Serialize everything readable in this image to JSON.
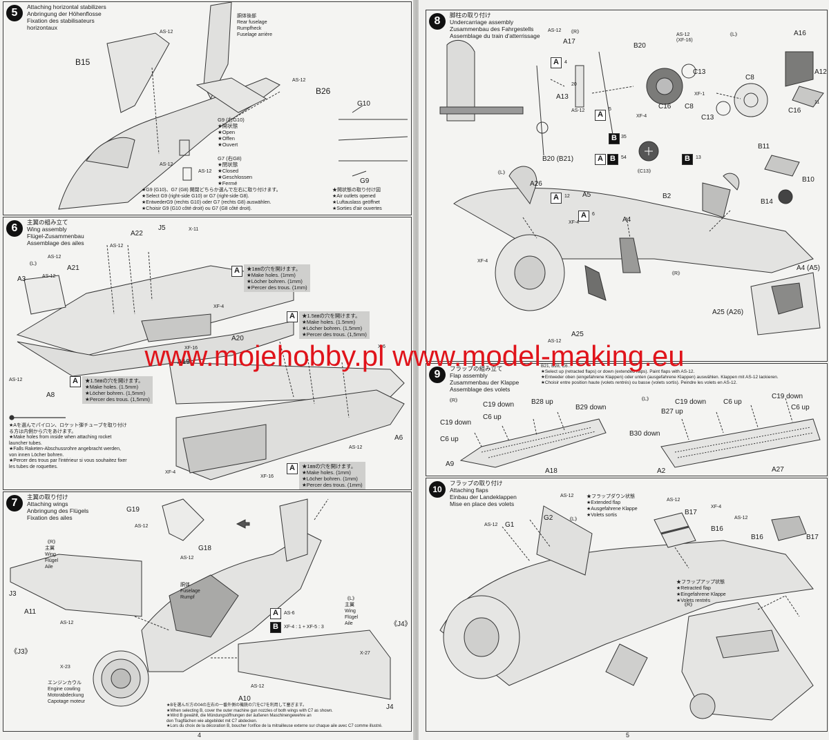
{
  "watermark": "www.mojehobby.pl www.model-making.eu",
  "page_numbers": {
    "left": "4",
    "right": "5"
  },
  "steps": {
    "s5": {
      "number": "5",
      "title": "Attaching horizontal stabilizers\nAnbringung der Höhenflosse\nFixation des stabilisateurs\nhorizontaux",
      "part_labels": {
        "as12a": "AS-12",
        "b15": "B15",
        "b26": "B26",
        "as12b": "AS-12",
        "as12c": "AS-12",
        "as12d": "AS-12",
        "g10": "G10",
        "g9": "G9"
      },
      "fuselage_note": "胴体後部\nRear fuselage\nRumpfheck\nFuselage arrière",
      "g9_note": "G9 (右G10)\n★開状態\n★Open\n★Offen\n★Ouvert",
      "g7_note": "G7 (右G8)\n★閉状態\n★Closed\n★Geschlossen\n★Fermé",
      "select_note": "★G9 (G10)、G7 (G8) 開閉どちらか選んで左右に取り付けます。\n★Select G9 (right-side G10) or G7 (right-side G8).\n★EntwederG9 (rechts G10) oder G7 (rechts G8) auswählen.\n★Choisir G9 (G10 côté droit) ou G7 (G8 côté droit).",
      "outlet_note": "★開状態の取り付け図\n★Air outlets opened\n★Luftauslass geöffnet\n★Sorties d'air ouvertes"
    },
    "s6": {
      "number": "6",
      "title": "主翼の組み立て\nWing assembly\nFlügel-Zusammenbau\nAssemblage des ailes",
      "part_labels": {
        "a22": "A22",
        "j5": "J5",
        "x11": "X-11",
        "as12a": "AS-12",
        "l": "《L》",
        "as12b": "AS-12",
        "a21": "A21",
        "a3": "A3",
        "as12c": "AS-12",
        "xf4": "XF-4",
        "xf16": "XF-16",
        "a20": "A20",
        "a19": "A19",
        "as12d": "AS-12",
        "a8": "A8",
        "a6": "A6",
        "as12e": "AS-12",
        "xf4b": "XF-4",
        "xf16b": "XF-16",
        "x6": "X-6"
      },
      "hole1": "★1㎜の穴を開けます。\n★Make holes. (1mm)\n★Löcher bohren. (1mm)\n★Percer des trous. (1mm)",
      "hole15a": "★1.5㎜の穴を開けます。\n★Make holes. (1.5mm)\n★Löcher bohren. (1,5mm)\n★Percer des trous. (1,5mm)",
      "hole15b": "★1.5㎜の穴を開けます。\n★Make holes. (1.5mm)\n★Löcher bohren. (1,5mm)\n★Percer des trous. (1,5mm)",
      "hole1b": "★1㎜の穴を開けます。\n★Make holes. (1mm)\n★Löcher bohren. (1mm)\n★Percer des trous. (1mm)",
      "rocket_note": "★Aを選んでパイロン、ロケット弾チューブを取り付け\nる方は内側から穴をあけます。\n★Make holes from inside when attaching rocket\nlauncher tubes.\n★Falls Raketen-Abschussrohre angebracht werden,\nvon innen Löcher bohren.\n★Percer des trous par l'intérieur si vous souhaitez fixer\nles tubes de roquettes."
    },
    "s7": {
      "number": "7",
      "title": "主翼の取り付け\nAttaching wings\nAnbringung des Flügels\nFixation des ailes",
      "part_labels": {
        "g19": "G19",
        "as12a": "AS-12",
        "as12b": "AS-12",
        "g18": "G18",
        "j3": "J3",
        "a11": "A11",
        "as12c": "AS-12",
        "j3b": "《J3》",
        "x23": "X-23",
        "j4": "《J4》",
        "x27": "X-27",
        "as12d": "AS-12",
        "a10": "A10",
        "j4b": "J4"
      },
      "r_wing": "《R》\n主翼\nWing\nFlügel\nAile",
      "fuselage": "胴体\nFuselage\nRumpf",
      "l_wing": "《L》\n主翼\nWing\nFlügel\nAile",
      "cowling": "エンジンカウル\nEngine cowling\nMotorabdeckung\nCapotage moteur",
      "paint_a": "AS-6",
      "paint_b": "XF-4 : 1 + XF-5 : 3",
      "gun_note": "★Bを選んだ方の04の左右の一番外側の機銃の穴をC7を利用して塞ぎます。\n★When selecting B, cover the outer machine gun nozzles of both wings with C7 as shown.\n★Wird B gewählt, die Mündungsöffnungen der äußeren Maschinengewehre an\nden Tragflächen wie abgebildet mit C7 abdecken.\n★Lors du choix de la décoration B, boucher l'orifice de la mitrailleuse externe sur chaque aile avec C7 comme illustré."
    },
    "s8": {
      "number": "8",
      "title": "脚柱の取り付け\nUndercarriage assembly\nZusammenbau des Fahrgestells\nAssemblage du train d'atterrissage",
      "part_labels": {
        "r": "《R》",
        "as12a": "AS-12",
        "a17": "A17",
        "b20": "B20",
        "as12b": "AS-12",
        "xf16a": "(XF-16)",
        "l": "《L》",
        "a16": "A16",
        "as12c": "AS-12",
        "a12": "A12",
        "c13": "C13",
        "xf1": "XF-1",
        "c16": "C16",
        "c8": "C8",
        "a13": "A13",
        "as12d": "AS-12",
        "xf4": "XF-4",
        "b20b": "B20 (B21)",
        "c13b": "C13",
        "c8b": "C8",
        "c16b": "C16",
        "b11": "B11",
        "b10": "B10",
        "b14": "B14",
        "c13c": "《C13》",
        "l2": "《L》",
        "a26": "A26",
        "a5": "A5",
        "b2": "B2",
        "a4": "A4",
        "r2": "《R》",
        "a4a5": "A4 (A5)",
        "a25a26": "A25 (A26)",
        "a25": "A25",
        "xf4b": "XF-4",
        "xf4c": "XF-4",
        "as12e": "AS-12"
      },
      "box_refs": {
        "r4": "4",
        "r20": "20",
        "r5": "5",
        "r11": "11",
        "r35": "35",
        "r54": "54",
        "r13": "13",
        "r12": "12",
        "r6": "6"
      }
    },
    "s9": {
      "number": "9",
      "title": "フラップの組み立て\nFlap assembly\nZusammenbau der Klappe\nAssemblage des volets",
      "note": "B21, B28, C6…\n★Select up (retracted flaps) or down (extended flaps). Paint flaps with AS-12.\n★Entweder oben (eingefahrene Klappen) oder unten (ausgefahrene Klappen) auswählen. Klappen mit AS-12 lackieren.\n★Choisir entre position haute (volets rentrés) ou basse (volets sortis). Peindre les volets en AS-12.",
      "part_labels": {
        "r": "《R》",
        "c19down": "C19 down",
        "b28up": "B28 up",
        "b29down": "B29 down",
        "c19down2": "C19 down",
        "c6up": "C6 up",
        "c6up2": "C6 up",
        "a9": "A9",
        "a18": "A18",
        "l": "《L》",
        "c19down3": "C19 down",
        "c6up3": "C6 up",
        "c19down4": "C19 down",
        "c6up4": "C6 up",
        "b27up": "B27 up",
        "b30down": "B30 down",
        "a2": "A2",
        "a27": "A27"
      }
    },
    "s10": {
      "number": "10",
      "title": "フラップの取り付け\nAttaching flaps\nEinbau der Landeklappen\nMise en place des volets",
      "extended": "★フラップダウン状態\n★Extended flap\n★Ausgefahrene Klappe\n★Volets sortis",
      "retracted": "★フラップアップ状態\n★Retracted flap\n★Eingefahrene Klappe\n★Volets rentrés",
      "part_labels": {
        "as12a": "AS-12",
        "g1": "G1",
        "as12b": "AS-12",
        "g2": "G2",
        "l": "《L》",
        "as12c": "AS-12",
        "b17": "B17",
        "xf4": "XF-4",
        "as12d": "AS-12",
        "b16": "B16",
        "b16b": "B16",
        "b17b": "B17",
        "r": "《R》"
      }
    }
  }
}
